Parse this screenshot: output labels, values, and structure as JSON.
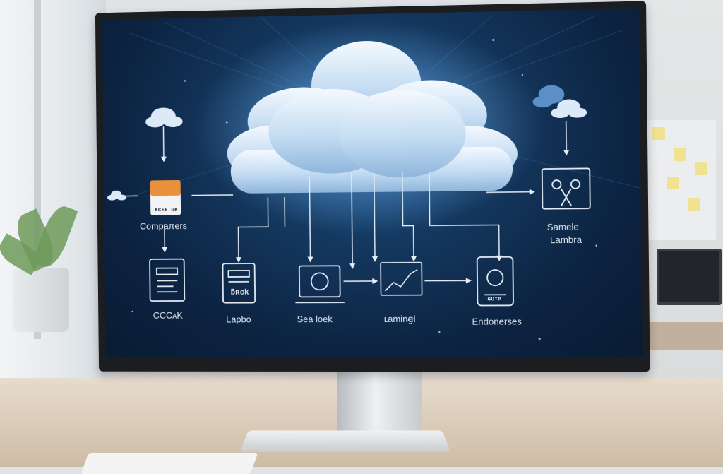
{
  "monitor_screen": {
    "nodes": {
      "companies": {
        "label": "Compaπers",
        "card_text": "ᴋᴄᴇᴇ ɢᴋ"
      },
      "cccuk": {
        "label": "CCCᴀK"
      },
      "lapbo": {
        "label": "Lapbo",
        "card_text": "ƃʀck"
      },
      "sea_loek": {
        "label": "Sea loek"
      },
      "lamingl": {
        "label": "ʟaminꞡl"
      },
      "endonerses": {
        "label": "Endonerses",
        "card_text": "ɢᴜᴛᴘ"
      },
      "sanmle_lambra": {
        "label_line1": "Samele",
        "label_line2": "Lambra"
      }
    }
  },
  "colors": {
    "screen_bg": "#0c2341",
    "line": "#e6eef7",
    "cloud": "#cfe2f3",
    "accent_orange": "#e8913a"
  },
  "icons": [
    "cloud-icon",
    "document-icon",
    "book-icon",
    "monitor-icon",
    "chart-icon",
    "phone-icon",
    "drone-icon"
  ]
}
